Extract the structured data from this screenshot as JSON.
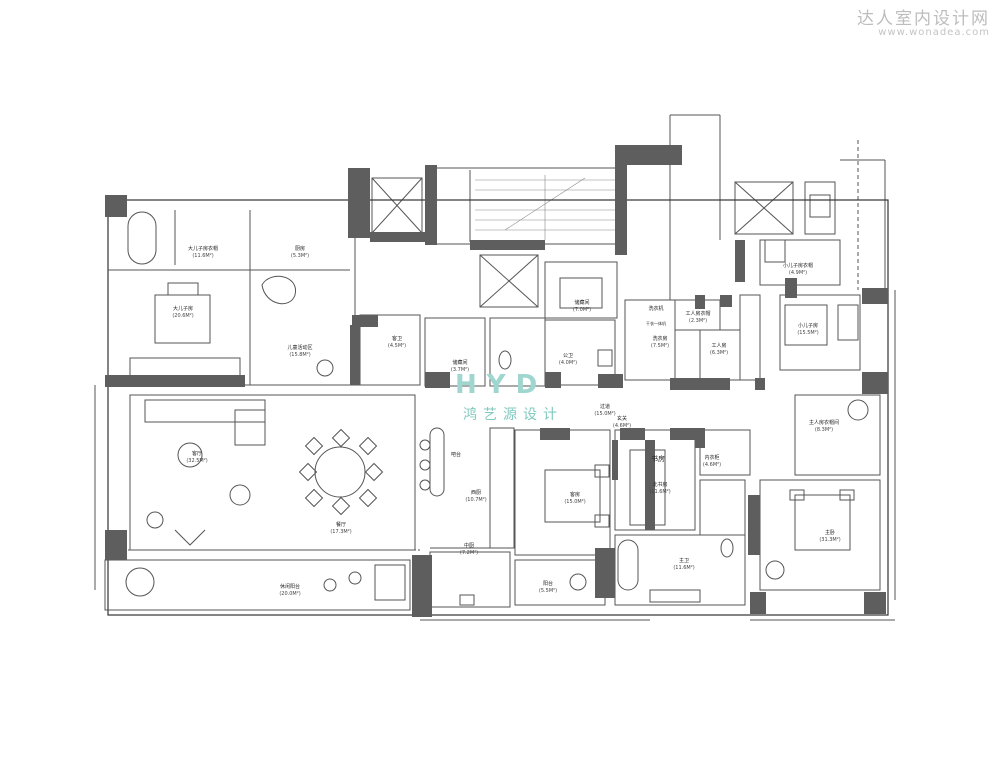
{
  "watermark": {
    "site_cn": "达人室内设计网",
    "site_url": "www.wonadea.com"
  },
  "logo": {
    "mark": "HYD",
    "name_cn": "鸿艺源设计"
  },
  "rooms": [
    {
      "id": "older-son-dressing",
      "name": "大儿子房衣帽",
      "area": "(11.6M²)"
    },
    {
      "id": "study",
      "name": "厨房",
      "area": "(5.3M²)"
    },
    {
      "id": "older-son-room",
      "name": "大儿子房",
      "area": "(20.6M²)"
    },
    {
      "id": "kids-activity",
      "name": "儿童活动区",
      "area": "(15.8M²)"
    },
    {
      "id": "guest-bath",
      "name": "客卫",
      "area": "(4.5M²)"
    },
    {
      "id": "storage",
      "name": "储藏间",
      "area": "(3.7M²)"
    },
    {
      "id": "servant-room-main",
      "name": "储藏间",
      "area": "(7.0M²)"
    },
    {
      "id": "public-toilet",
      "name": "公卫",
      "area": "(4.0M²)"
    },
    {
      "id": "laundry",
      "name": "洗衣机",
      "area": ""
    },
    {
      "id": "laundry-sub",
      "name": "干衣一体机",
      "area": ""
    },
    {
      "id": "servant-dressing",
      "name": "工人房衣帽",
      "area": "(2.3M²)"
    },
    {
      "id": "bath-2",
      "name": "洗衣房",
      "area": "(7.5M²)"
    },
    {
      "id": "worker-room",
      "name": "工人房",
      "area": "(6.3M²)"
    },
    {
      "id": "younger-son-dressing",
      "name": "小儿子房衣帽",
      "area": "(4.9M²)"
    },
    {
      "id": "younger-son-room",
      "name": "小儿子房",
      "area": "(15.5M²)"
    },
    {
      "id": "master-dressing",
      "name": "主人房衣帽间",
      "area": "(8.3M²)"
    },
    {
      "id": "living",
      "name": "客厅",
      "area": "(32.5M²)"
    },
    {
      "id": "dining",
      "name": "餐厅",
      "area": "(17.3M²)"
    },
    {
      "id": "bar",
      "name": "吧台",
      "area": ""
    },
    {
      "id": "west-kitchen",
      "name": "西厨",
      "area": "(10.7M²)"
    },
    {
      "id": "corridor",
      "name": "过道",
      "area": "(15.0M²)"
    },
    {
      "id": "guest-room",
      "name": "客房",
      "area": "(15.0M²)"
    },
    {
      "id": "north-study",
      "name": "北书房",
      "area": "(11.6M²)"
    },
    {
      "id": "inner-dressing",
      "name": "内衣柜",
      "area": "(4.6M²)"
    },
    {
      "id": "master-bedroom",
      "name": "主卧",
      "area": "(31.3M²)"
    },
    {
      "id": "chinese-kitchen",
      "name": "中厨",
      "area": "(7.2M²)"
    },
    {
      "id": "balcony-small",
      "name": "阳台",
      "area": "(5.5M²)"
    },
    {
      "id": "master-bath",
      "name": "主卫",
      "area": "(11.6M²)"
    },
    {
      "id": "view-balcony",
      "name": "休闲阳台",
      "area": "(20.0M²)"
    },
    {
      "id": "entry",
      "name": "玄关",
      "area": "(4.6M²)"
    }
  ],
  "annotations": {
    "zone_label": "书房"
  }
}
